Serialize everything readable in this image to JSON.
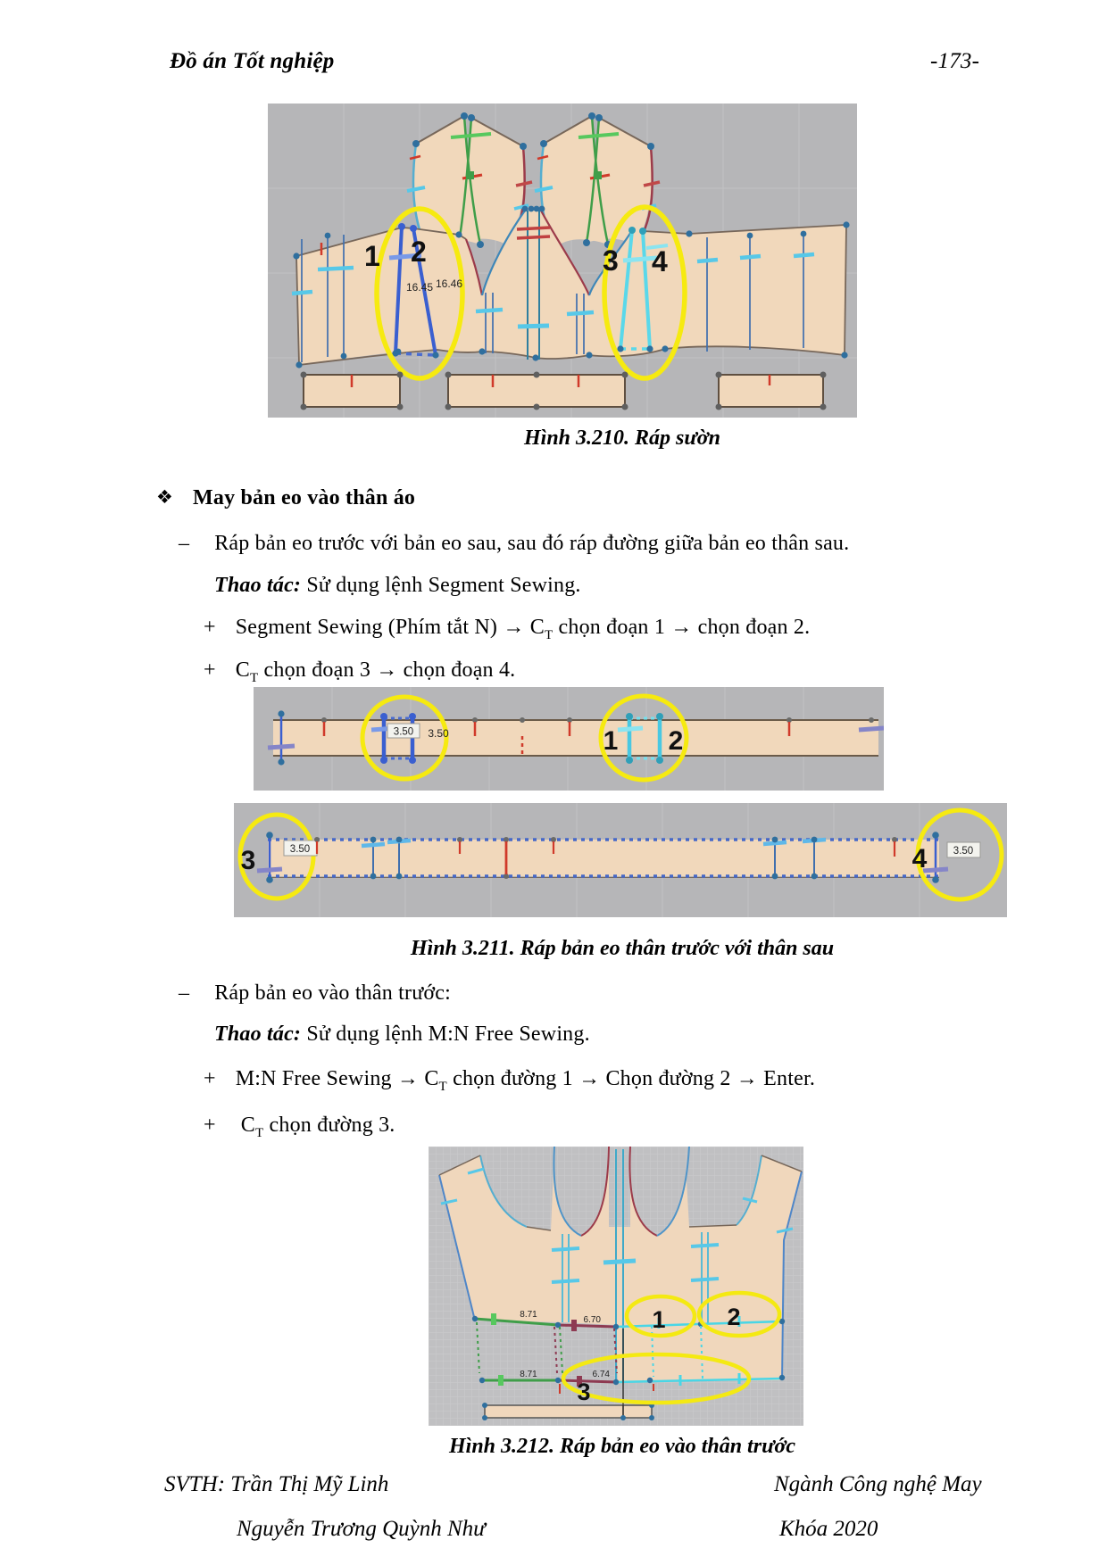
{
  "page": {
    "header_title": "Đồ án Tốt nghiệp",
    "page_number": "-173-"
  },
  "content": {
    "section_bullet": "❖",
    "section_heading": "May bản eo vào thân áo",
    "dash": "–",
    "plus": "+",
    "para1": "Ráp bản eo trước với bản eo sau, sau đó ráp đường giữa bản eo thân sau.",
    "thao_tac_label": "Thao tác:",
    "thao_tac1": " Sử dụng lệnh Segment Sewing.",
    "sub_t": "T",
    "step1_pre": "Segment Sewing (Phím tắt N) → C",
    "step1_post": " chọn đoạn 1 → chọn đoạn 2.",
    "step2_pre": "C",
    "step2_post": " chọn đoạn 3 → chọn đoạn 4.",
    "para2": "Ráp bản eo vào thân trước:",
    "thao_tac2": " Sử dụng lệnh M:N Free Sewing.",
    "step3_pre": "M:N Free Sewing →  C",
    "step3_post": " chọn đường 1 → Chọn đường 2 → Enter.",
    "step4_pre": "C",
    "step4_post": " chọn đường 3."
  },
  "figures": {
    "fig1": {
      "caption": "Hình 3.210. Ráp sườn",
      "labels": {
        "n1": "1",
        "n2": "2",
        "n3": "3",
        "n4": "4",
        "m1": "16.45",
        "m2": "16.46"
      }
    },
    "fig2": {
      "caption": "Hình 3.211. Ráp bản eo thân trước với thân sau",
      "stripA": {
        "m1": "3.50",
        "m2": "3.50",
        "n1": "1",
        "n2": "2"
      },
      "stripB": {
        "n3": "3",
        "m3": "3.50",
        "n4": "4",
        "m4": "3.50"
      }
    },
    "fig3": {
      "caption": "Hình 3.212. Ráp bản eo vào thân trước",
      "labels": {
        "n1": "1",
        "n2": "2",
        "n3": "3",
        "mA": "8.71",
        "mB": "6.70",
        "mC": "8.71",
        "mD": "6.74"
      }
    }
  },
  "footer": {
    "left1": "SVTH: Trần Thị Mỹ Linh",
    "left2": "Nguyễn Trương Quỳnh Như",
    "right1": "Ngành Công nghệ May",
    "right2": "Khóa 2020"
  }
}
